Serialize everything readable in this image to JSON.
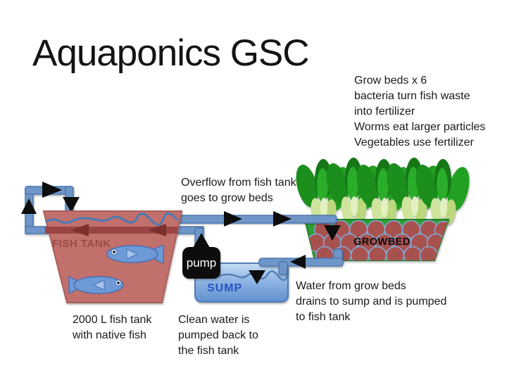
{
  "slide": {
    "title": "Aquaponics GSC",
    "notes": {
      "grow_beds": {
        "line1": "Grow beds x 6",
        "line2": "bacteria turn fish waste",
        "line3": "into fertilizer",
        "line4": "Worms eat larger particles",
        "line5": "Vegetables use fertilizer"
      },
      "overflow": {
        "line1": "Overflow from fish tank",
        "line2": "goes to grow beds"
      },
      "fish_tank_caption": {
        "line1": "2000 L fish tank",
        "line2": "with native fish"
      },
      "clean_water": {
        "line1": "Clean water is",
        "line2": "pumped back to",
        "line3": "the fish tank"
      },
      "drain": {
        "line1": "Water from grow beds",
        "line2": "drains to sump and is pumped",
        "line3": "to fish tank"
      }
    },
    "labels": {
      "fish_tank": "FISH TANK",
      "pump": "pump",
      "sump": "SUMP",
      "growbed": "GROWBED"
    },
    "colors": {
      "pipe": "#6E96C8",
      "pipe_stroke": "#4B77AD",
      "arrow": "#0d0d0d",
      "tank_fill": "#C1706C",
      "tank_stroke": "#A95F5C",
      "tank_label": "#9C4A47",
      "tank_arrow": "#7C2F2D",
      "tank_pipe": "#9A4543",
      "waterline": "#4C79B3",
      "growbed_fill": "#2F9E33",
      "growbed_stroke": "#1F7F26",
      "pebble": "#A85250",
      "pebble_stroke": "#84A9D6",
      "sump_label": "#2B51C4",
      "pump_fill": "#0A0A0A",
      "fish": "#6E9AD8",
      "fish_stroke": "#4A6FB0"
    }
  }
}
